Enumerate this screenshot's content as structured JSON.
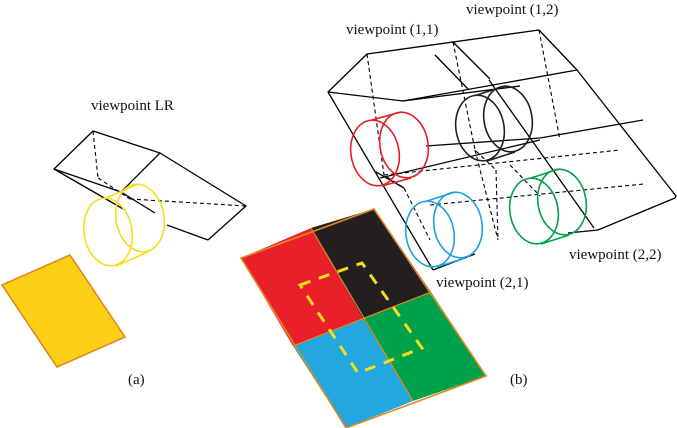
{
  "panel_a": {
    "caption": "(a)",
    "viewpoint_label": "viewpoint LR",
    "highlight_color": "#F5DC1E",
    "tile_color": "#FDD017",
    "tile_border": "#E08A1E"
  },
  "panel_b": {
    "caption": "(b)",
    "viewpoints": [
      {
        "label": "viewpoint (1,1)",
        "color": "#E31E24"
      },
      {
        "label": "viewpoint (1,2)",
        "color": "#231F20"
      },
      {
        "label": "viewpoint (2,1)",
        "color": "#1BA0E0"
      },
      {
        "label": "viewpoint (2,2)",
        "color": "#00A14B"
      }
    ],
    "dashed_outline_color": "#F5DC1E",
    "tile_border": "#E08A1E"
  }
}
